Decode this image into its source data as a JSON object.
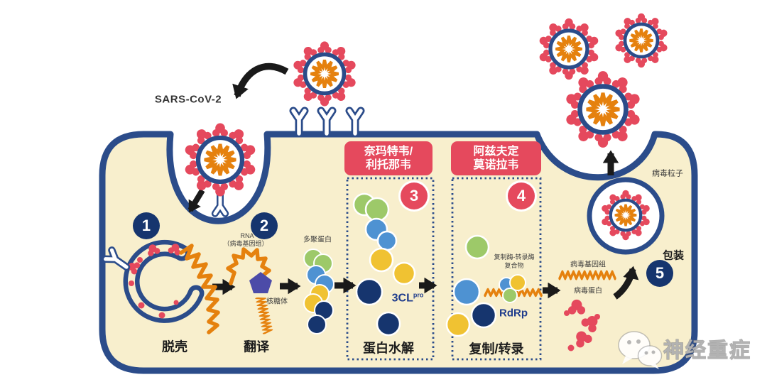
{
  "virus_name": "SARS-CoV-2",
  "steps": [
    {
      "num": "1",
      "label": "脱壳"
    },
    {
      "num": "2",
      "label": "翻译"
    },
    {
      "num": "3",
      "label": "蛋白水解"
    },
    {
      "num": "4",
      "label": "复制/转录"
    },
    {
      "num": "5",
      "label": "包装"
    }
  ],
  "drugs": [
    {
      "line1": "奈玛特韦/",
      "line2": "利托那韦"
    },
    {
      "line1": "阿兹夫定",
      "line2": "莫诺拉韦"
    }
  ],
  "annotations": {
    "rna": "RNA",
    "rna_paren": "（病毒基因组）",
    "ribosome": "核糖体",
    "polyprotein": "多聚蛋白",
    "protease": "3CL",
    "protease_sup": "pro",
    "rtc_line1": "复制酶-转录酶",
    "rtc_line2": "复合物",
    "polymerase": "RdRp",
    "viral_genome": "病毒基因组",
    "viral_protein": "病毒蛋白",
    "virion": "病毒粒子"
  },
  "watermark": {
    "name": "神经重症"
  },
  "colors": {
    "cell_fill": "#F8EFCD",
    "membrane_navy": "#2B4C8A",
    "spike_red": "#E5495D",
    "rna_orange": "#E5810E",
    "protein_green": "#9DC969",
    "protein_blue": "#4E92D2",
    "protein_yellow": "#F0C232",
    "protein_navy": "#16356E",
    "ribosome_purple": "#4C4BA8"
  }
}
